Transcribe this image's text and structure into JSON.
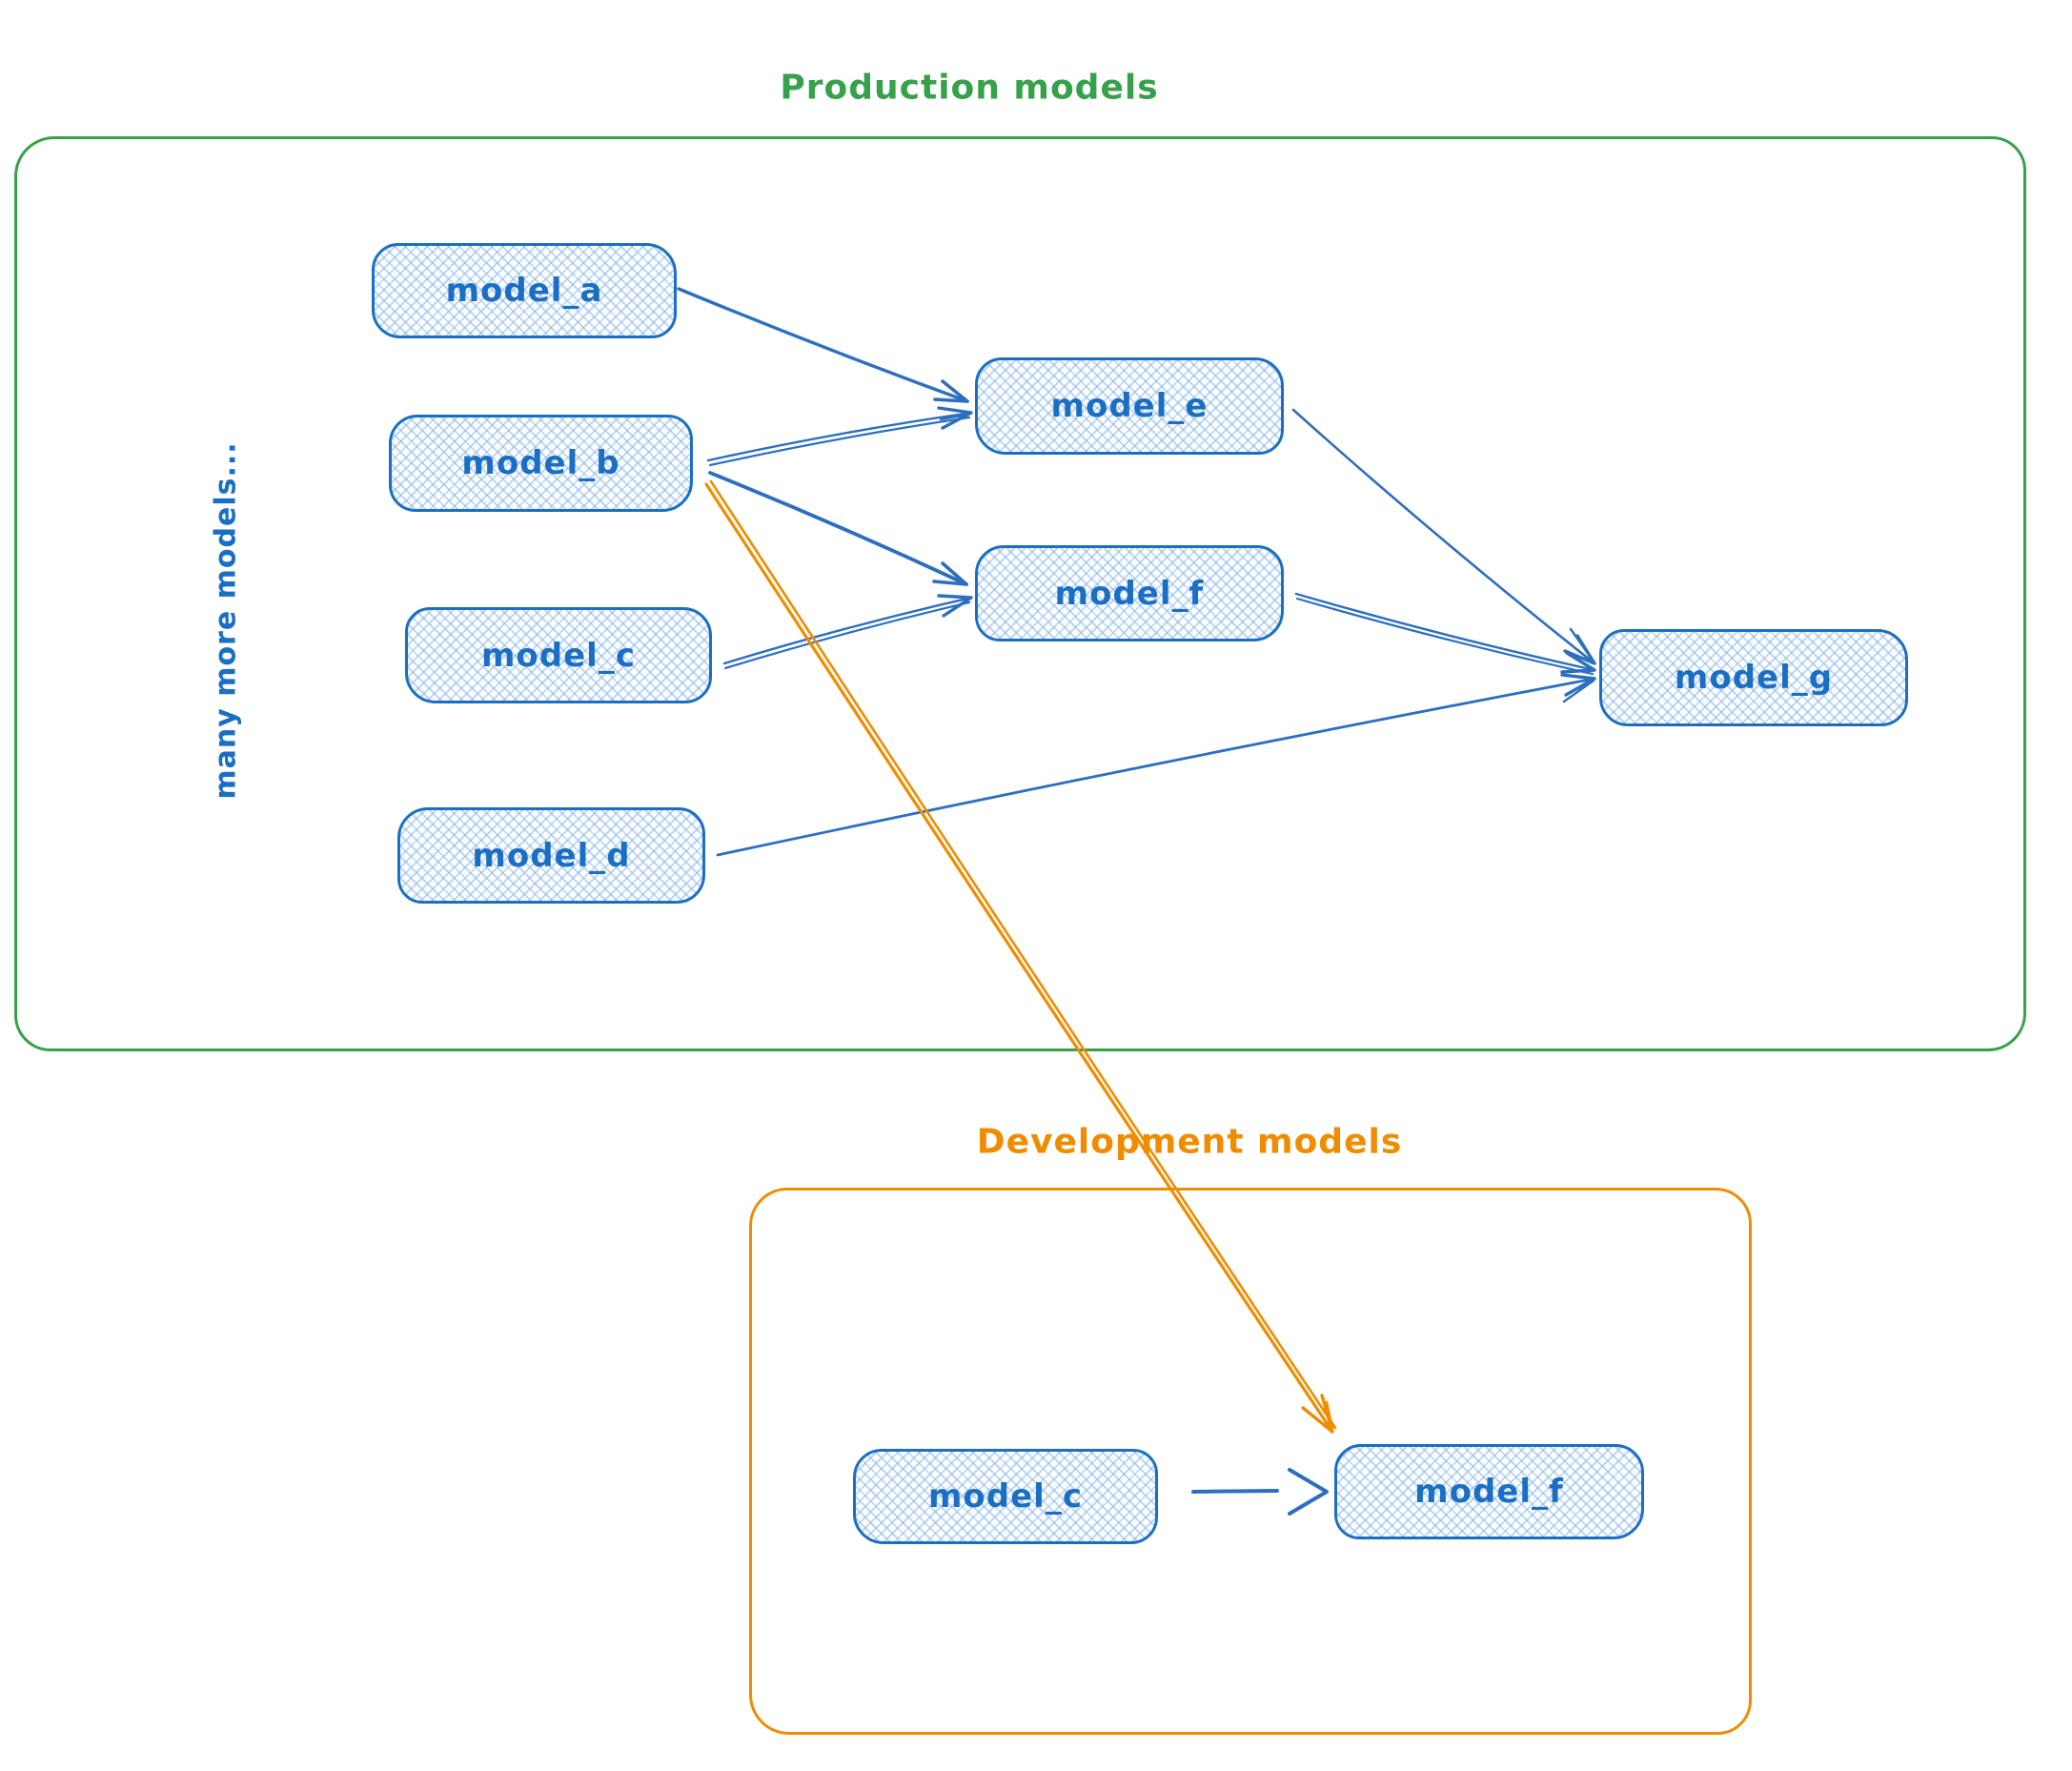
{
  "diagram": {
    "production": {
      "title": "Production models",
      "side_note": "many more models...",
      "nodes": {
        "model_a": "model_a",
        "model_b": "model_b",
        "model_c": "model_c",
        "model_d": "model_d",
        "model_e": "model_e",
        "model_f": "model_f",
        "model_g": "model_g"
      }
    },
    "development": {
      "title": "Development models",
      "nodes": {
        "model_c": "model_c",
        "model_f": "model_f"
      }
    },
    "edges": {
      "production": [
        {
          "from": "model_a",
          "to": "model_e"
        },
        {
          "from": "model_b",
          "to": "model_e"
        },
        {
          "from": "model_b",
          "to": "model_f"
        },
        {
          "from": "model_c",
          "to": "model_f"
        },
        {
          "from": "model_e",
          "to": "model_g"
        },
        {
          "from": "model_f",
          "to": "model_g"
        },
        {
          "from": "model_d",
          "to": "model_g"
        }
      ],
      "development": [
        {
          "from": "model_c",
          "to": "model_f"
        }
      ],
      "cross_environment": [
        {
          "from": "production.model_b",
          "to": "development.model_f"
        }
      ]
    },
    "colors": {
      "production_accent": "#35a14b",
      "development_accent": "#f08c00",
      "node_stroke": "#1a6fc4",
      "node_hatch": "#82b0e8",
      "edge_blue": "#2c6fbf",
      "edge_orange": "#f08c00"
    }
  }
}
